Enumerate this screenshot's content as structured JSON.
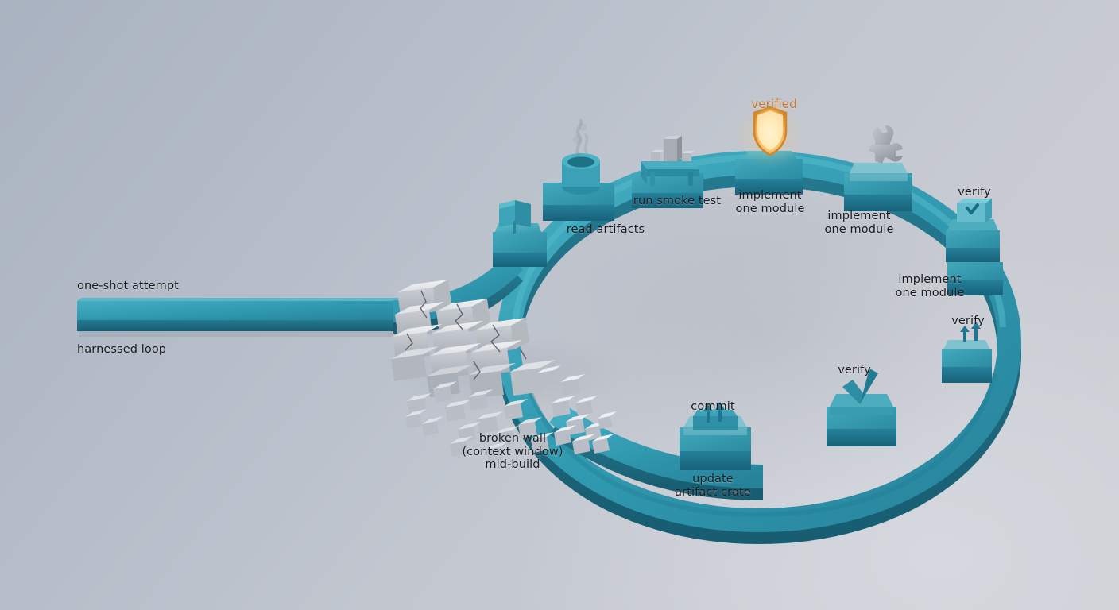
{
  "scene": {
    "title": "harnessed loop vs one-shot attempt",
    "colors": {
      "track_top": "#2e93ab",
      "track_top_light": "#3aa6bd",
      "track_side": "#1d6e85",
      "track_shadow": "#17596c",
      "pad_top": "#2f93a9",
      "pad_side": "#20788e",
      "riser": "#46a8bb",
      "wall_light": "#e7e9ec",
      "wall_mid": "#c3c7cd",
      "wall_dark": "#9aa0a8",
      "shield_glow": "#ffd27a",
      "shield_rim": "#d98f2e",
      "verified_text": "#c8792e",
      "label_text": "#1b1b1f",
      "bg_top_left": "#a9b2c0",
      "bg_bottom_right": "#cdced4"
    }
  },
  "straight_track": {
    "label_above": "one-shot attempt",
    "label_below": "harnessed loop"
  },
  "wall": {
    "label": "broken wall\n(context window)\nmid-build",
    "name": "broken-wall"
  },
  "stations": [
    {
      "id": "read-artifacts",
      "label": "read artifacts",
      "icon": "cup-with-steam-icon",
      "sub": null
    },
    {
      "id": "run-smoke-test",
      "label": "run smoke test",
      "icon": "test-bench-icon",
      "sub": null
    },
    {
      "id": "implement-module-1",
      "label": "implement\none module",
      "icon": "shield-icon",
      "sub": "verified"
    },
    {
      "id": "implement-module-2",
      "label": "implement\none module",
      "icon": "wrench-icon",
      "sub": null
    },
    {
      "id": "verify-1",
      "label": "verify",
      "icon": "checkbox-cube-icon",
      "sub": null
    },
    {
      "id": "implement-module-3",
      "label": "implement\none module",
      "icon": "plain-pad-icon",
      "sub": null
    },
    {
      "id": "verify-2",
      "label": "verify",
      "icon": "up-arrows-icon",
      "sub": null
    },
    {
      "id": "verify-3",
      "label": "verify",
      "icon": "checkmark-icon",
      "sub": null
    },
    {
      "id": "update-artifact-crate",
      "label": "update\nartifact crate",
      "icon": "up-arrows-icon",
      "sub": "commit"
    },
    {
      "id": "open-book",
      "label": "",
      "icon": "open-book-icon",
      "sub": null
    }
  ],
  "labels": {
    "one_shot_attempt": "one-shot attempt",
    "harnessed_loop": "harnessed loop",
    "broken_wall": "broken wall\n(context window)\nmid-build",
    "read_artifacts": "read artifacts",
    "run_smoke_test": "run smoke test",
    "implement_one_module_top": "implement\none module",
    "verified": "verified",
    "implement_one_module_upper_right": "implement\none module",
    "verify_upper_right": "verify",
    "implement_one_module_right": "implement\none module",
    "verify_right": "verify",
    "verify_lower_right": "verify",
    "commit": "commit",
    "update_artifact_crate": "update\nartifact crate"
  }
}
